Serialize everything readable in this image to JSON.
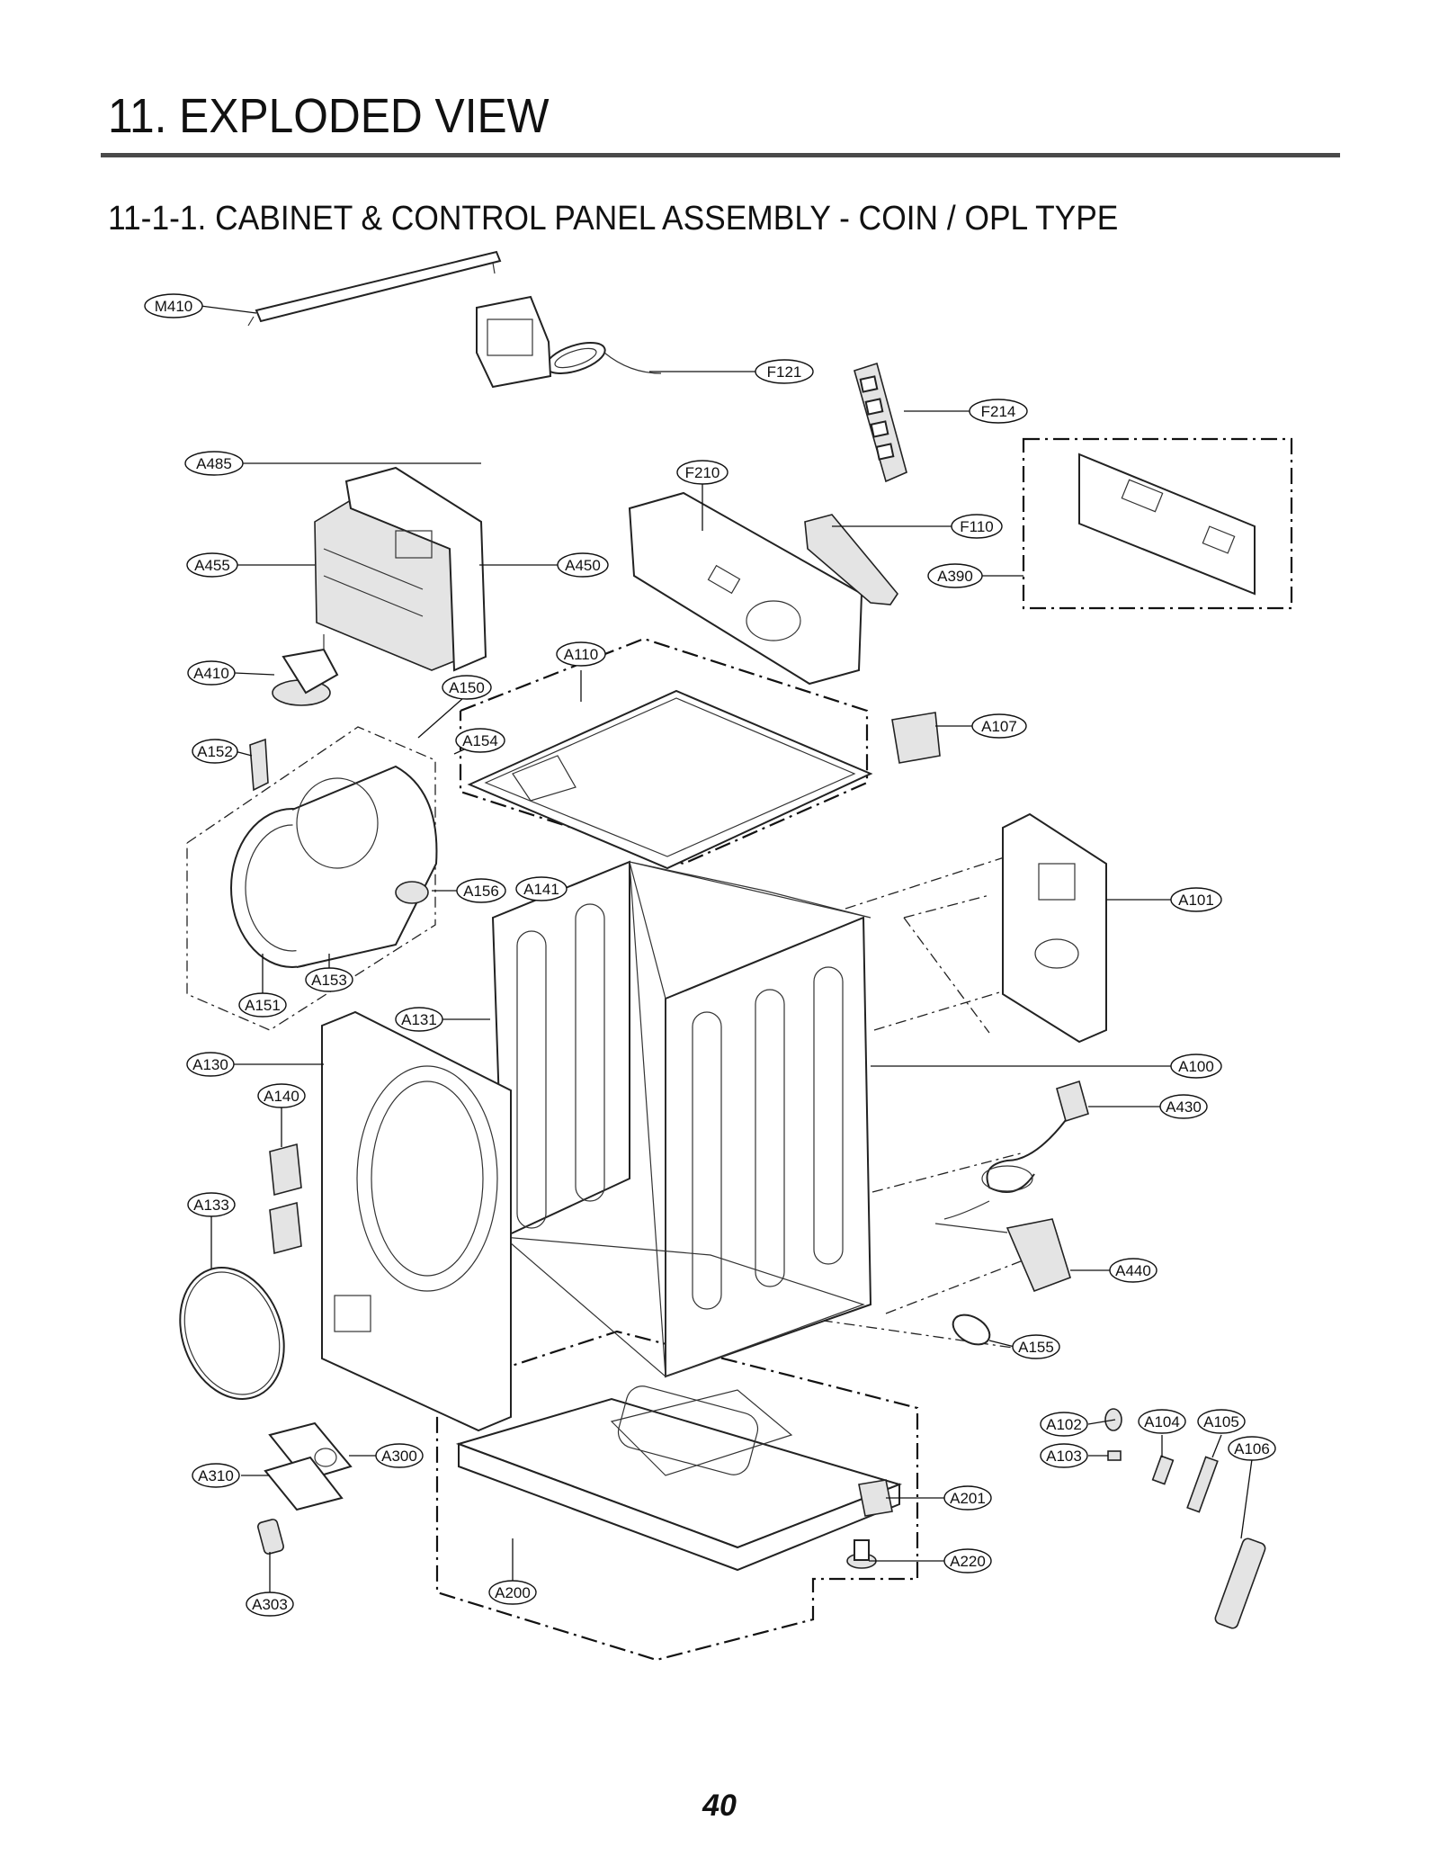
{
  "page": {
    "title": "11. EXPLODED VIEW",
    "subtitle": "11-1-1. CABINET & CONTROL PANEL ASSEMBLY - COIN / OPL TYPE",
    "page_number": "40"
  },
  "callouts": {
    "F121": "F121",
    "M410": "M410",
    "F214": "F214",
    "A485": "A485",
    "F210": "F210",
    "F110": "F110",
    "A455": "A455",
    "A450": "A450",
    "A390": "A390",
    "A410": "A410",
    "A110": "A110",
    "A150": "A150",
    "A154": "A154",
    "A107": "A107",
    "A152": "A152",
    "A156": "A156",
    "A141": "A141",
    "A101": "A101",
    "A153": "A153",
    "A151": "A151",
    "A131": "A131",
    "A130": "A130",
    "A100": "A100",
    "A140": "A140",
    "A430": "A430",
    "A133": "A133",
    "A440": "A440",
    "A155": "A155",
    "A102": "A102",
    "A104": "A104",
    "A105": "A105",
    "A103": "A103",
    "A106": "A106",
    "A300": "A300",
    "A310": "A310",
    "A201": "A201",
    "A220": "A220",
    "A200": "A200",
    "A303": "A303"
  }
}
